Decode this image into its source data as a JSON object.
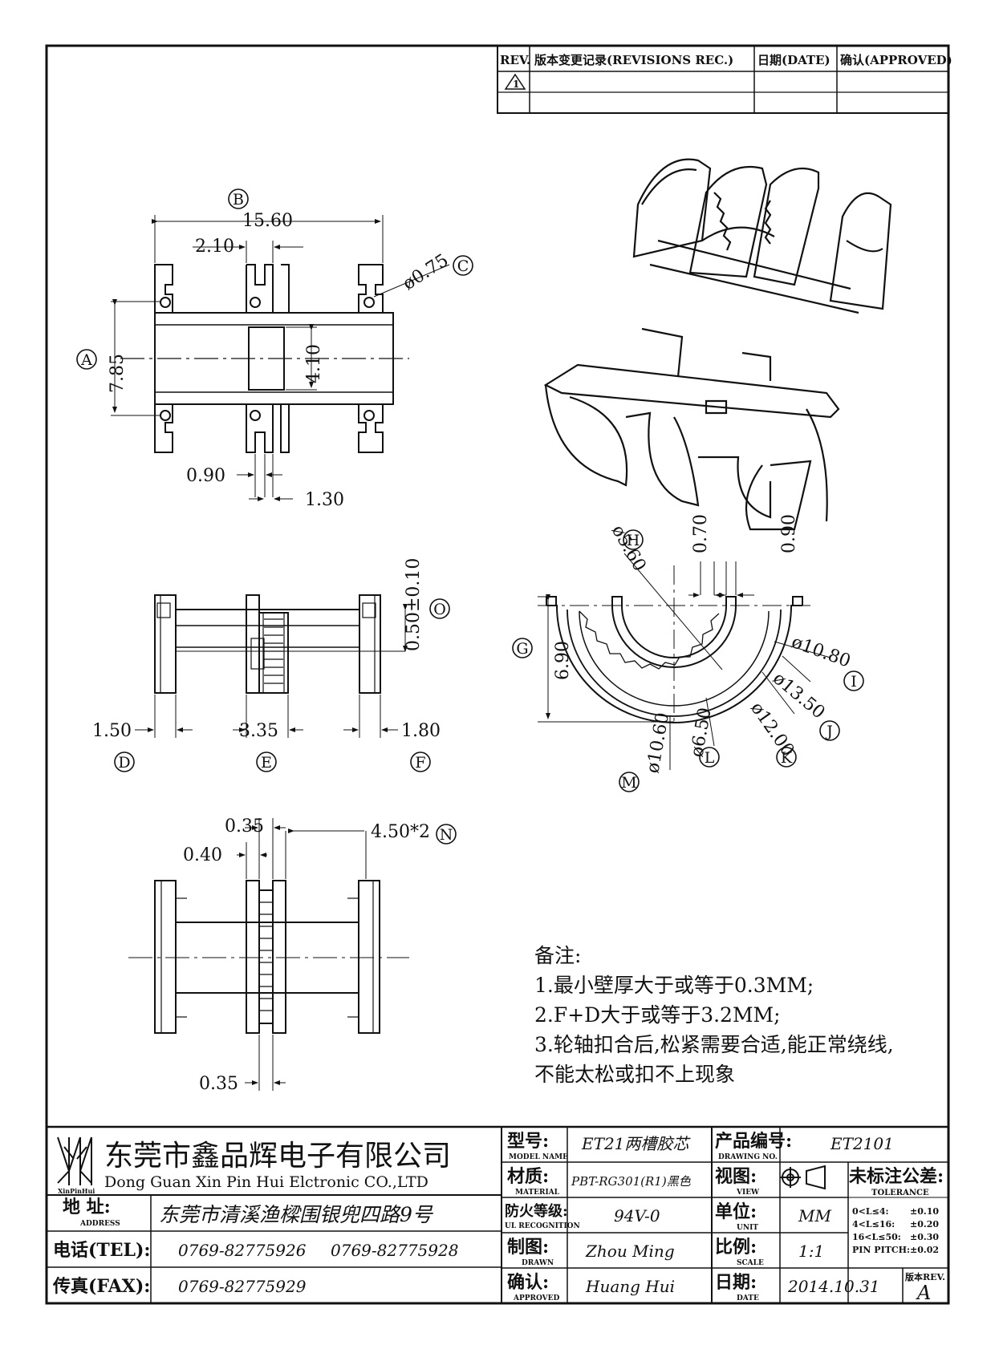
{
  "revision_table": {
    "headers": [
      "REV.",
      "版本变更记录(REVISIONS REC.)",
      "日期(DATE)",
      "确认(APPROVED)"
    ],
    "rev_mark": "1"
  },
  "dimensions": {
    "top_view": {
      "B": "15.60",
      "slot": "2.10",
      "hole": "ø0.75",
      "A": "7.85",
      "window": "4.10",
      "pin_w": "0.90",
      "pin_gap": "1.30"
    },
    "side_view": {
      "O": "0.50±0.10",
      "D": "1.50",
      "E": "3.35",
      "F": "1.80"
    },
    "front_view": {
      "H": "ø5.60",
      "top_gap1": "0.70",
      "top_gap2": "0.90",
      "G": "6.90",
      "I": "ø10.80",
      "J": "ø13.50",
      "K": "ø12.00",
      "L": "ø6.50",
      "M": "ø10.60"
    },
    "bottom_view": {
      "a": "0.35",
      "b": "0.40",
      "N": "4.50*2",
      "c": "0.35"
    }
  },
  "callouts": [
    "A",
    "B",
    "C",
    "D",
    "E",
    "F",
    "G",
    "H",
    "I",
    "J",
    "K",
    "L",
    "M",
    "N",
    "O"
  ],
  "notes": {
    "title": "备注:",
    "items": [
      "1.最小壁厚大于或等于0.3MM;",
      "2.F+D大于或等于3.2MM;",
      "3.轮轴扣合后,松紧需要合适,能正常绕线,",
      "不能太松或扣不上现象"
    ]
  },
  "title_block": {
    "logo_text": "XinPinHui",
    "company_cn": "东莞市鑫品辉电子有限公司",
    "company_en": "Dong Guan Xin Pin Hui Elctronic CO.,LTD",
    "address_label": "地  址:",
    "address_sub": "ADDRESS",
    "address": "东莞市清溪渔樑围银兜四路9号",
    "tel_label": "电话(TEL):",
    "tel1": "0769-82775926",
    "tel2": "0769-82775928",
    "fax_label": "传真(FAX):",
    "fax": "0769-82775929",
    "model_label": "型号:",
    "model_sub": "MODEL NAME",
    "model": "ET21两槽胶芯",
    "material_label": "材质:",
    "material_sub": "MATERIAL",
    "material": "PBT-RG301(R1)黑色",
    "ul_label": "防火等级:",
    "ul_sub": "UL RECOGNITION",
    "ul": "94V-0",
    "drawn_label": "制图:",
    "drawn_sub": "DRAWN",
    "drawn": "Zhou Ming",
    "approved_label": "确认:",
    "approved_sub": "APPROVED",
    "approved": "Huang Hui",
    "drawing_no_label": "产品编号:",
    "drawing_no_sub": "DRAWING NO.",
    "drawing_no": "ET2101",
    "view_label": "视图:",
    "view_sub": "VIEW",
    "unit_label": "单位:",
    "unit_sub": "UNIT",
    "unit": "MM",
    "scale_label": "比例:",
    "scale_sub": "SCALE",
    "scale": "1:1",
    "date_label": "日期:",
    "date_sub": "DATE",
    "date": "2014.10.31",
    "tolerance_label": "未标注公差:",
    "tolerance_sub": "TOLERANCE",
    "tolerance_rows": [
      {
        "range": "0<L≤4:",
        "value": "±0.10"
      },
      {
        "range": "4<L≤16:",
        "value": "±0.20"
      },
      {
        "range": "16<L≤50:",
        "value": "±0.30"
      },
      {
        "range": "PIN PITCH:",
        "value": "±0.02"
      }
    ],
    "rev_label": "版本REV.",
    "rev": "A"
  }
}
